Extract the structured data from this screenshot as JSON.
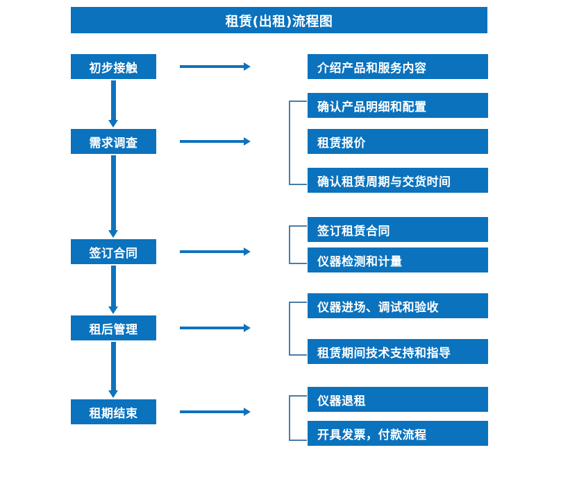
{
  "diagram": {
    "title": "租赁(出租)流程图",
    "colors": {
      "box_fill": "#0b72bd",
      "box_text": "#ffffff",
      "arrow": "#1072bd",
      "bracket": "#4a7ba8",
      "background": "#ffffff"
    },
    "stages": [
      {
        "label": "初步接触"
      },
      {
        "label": "需求调查"
      },
      {
        "label": "签订合同"
      },
      {
        "label": "租后管理"
      },
      {
        "label": "租期结束"
      }
    ],
    "details": [
      {
        "label": "介绍产品和服务内容"
      },
      {
        "label": "确认产品明细和配置"
      },
      {
        "label": "租赁报价"
      },
      {
        "label": "确认租赁周期与交货时间"
      },
      {
        "label": "签订租赁合同"
      },
      {
        "label": "仪器检测和计量"
      },
      {
        "label": "仪器进场、调试和验收"
      },
      {
        "label": "租赁期间技术支持和指导"
      },
      {
        "label": "仪器退租"
      },
      {
        "label": "开具发票，付款流程"
      }
    ]
  }
}
